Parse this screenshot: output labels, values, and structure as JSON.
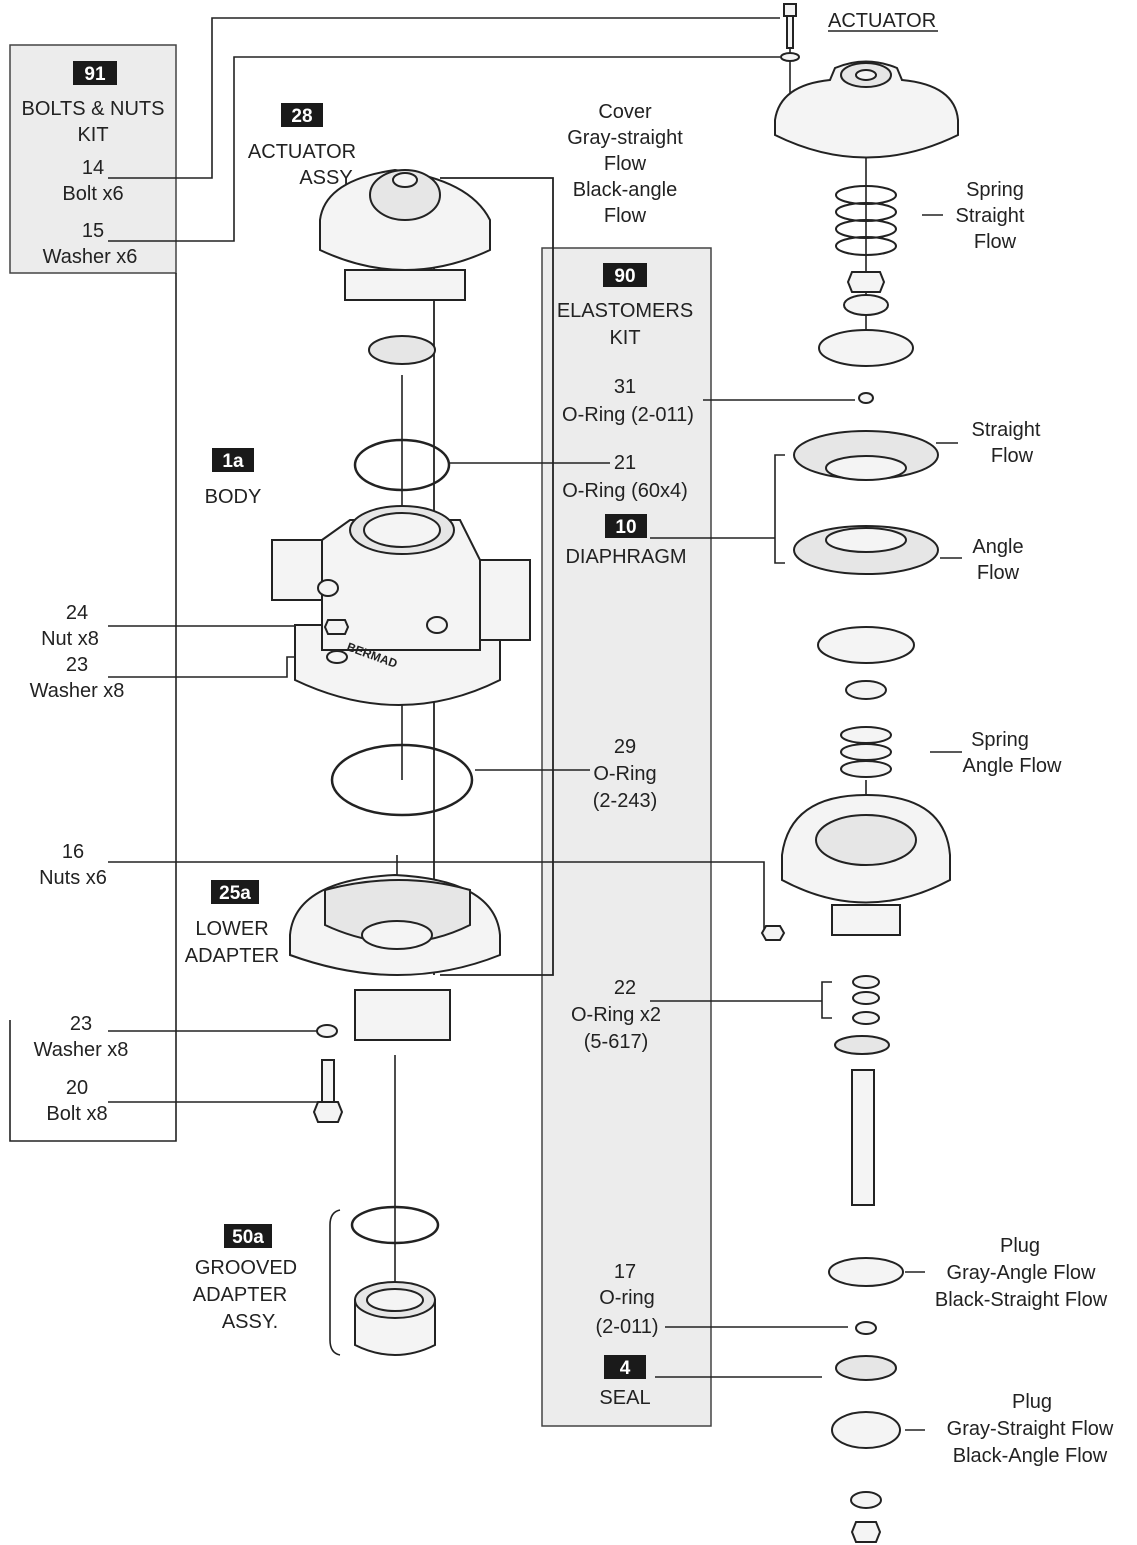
{
  "colors": {
    "kit_panel": "#ececec",
    "tag_bg": "#1a1a1a",
    "ink": "#222222"
  },
  "header": {
    "actuator_title": "ACTUATOR"
  },
  "kit91": {
    "number": "91",
    "line1": "BOLTS & NUTS",
    "line2": "KIT",
    "item14_num": "14",
    "item14_name": "Bolt x6",
    "item15_num": "15",
    "item15_name": "Washer x6"
  },
  "asm28": {
    "number": "28",
    "line1": "ACTUATOR",
    "line2": "ASSY"
  },
  "cover": {
    "line1": "Cover",
    "line2": "Gray-straight",
    "line3": "Flow",
    "line4": "Black-angle",
    "line5": "Flow"
  },
  "spring_straight": {
    "line1": "Spring",
    "line2": "Straight",
    "line3": "Flow"
  },
  "kit90": {
    "number": "90",
    "line1": "ELASTOMERS",
    "line2": "KIT"
  },
  "p31": {
    "num": "31",
    "name": "O-Ring (2-011)"
  },
  "p21": {
    "num": "21",
    "name": "O-Ring (60x4)"
  },
  "body1a": {
    "number": "1a",
    "label": "BODY"
  },
  "diaphragm": {
    "number": "10",
    "label": "DIAPHRAGM",
    "straight1": "Straight",
    "straight2": "Flow",
    "angle1": "Angle",
    "angle2": "Flow"
  },
  "p24": {
    "num": "24",
    "name": "Nut x8"
  },
  "p23a": {
    "num": "23",
    "name": "Washer x8"
  },
  "p29": {
    "num": "29",
    "line1": "O-Ring",
    "line2": "(2-243)"
  },
  "spring_angle": {
    "line1": "Spring",
    "line2": "Angle Flow"
  },
  "p16": {
    "num": "16",
    "name": "Nuts x6"
  },
  "lower_adapter": {
    "number": "25a",
    "line1": "LOWER",
    "line2": "ADAPTER"
  },
  "p22": {
    "num": "22",
    "line1": "O-Ring x2",
    "line2": "(5-617)"
  },
  "p23b": {
    "num": "23",
    "name": "Washer x8"
  },
  "p20": {
    "num": "20",
    "name": "Bolt x8"
  },
  "grooved": {
    "number": "50a",
    "line1": "GROOVED",
    "line2": "ADAPTER",
    "line3": "ASSY."
  },
  "plug1": {
    "line1": "Plug",
    "line2": "Gray-Angle Flow",
    "line3": "Black-Straight Flow"
  },
  "p17": {
    "num": "17",
    "line1": "O-ring",
    "line2": "(2-011)"
  },
  "seal": {
    "number": "4",
    "label": "SEAL"
  },
  "plug2": {
    "line1": "Plug",
    "line2": "Gray-Straight Flow",
    "line3": "Black-Angle Flow"
  },
  "brand_stamp": "BERMAD"
}
